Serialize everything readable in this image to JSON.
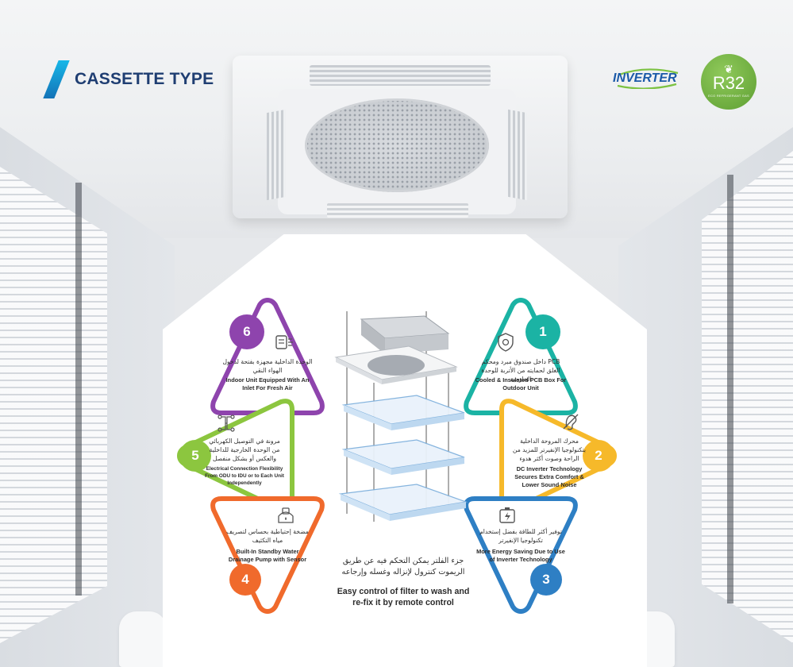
{
  "header": {
    "title": "CASSETTE TYPE",
    "inverter_logo": "INVERTER",
    "r32_badge": "R32",
    "r32_sub": "ECO REFRIGERANT GAS"
  },
  "features": [
    {
      "number": "1",
      "color": "#1bb3a4",
      "icon": "shield-gear-icon",
      "ar": "PCB داخل صندوق مبرد ومحكم الغلق لحمايته من الأتربة للوحدة الخارجية",
      "en": "Cooled & Insulated PCB Box For Outdoor Unit"
    },
    {
      "number": "2",
      "color": "#f6b92a",
      "icon": "ear-icon",
      "ar": "محرك المروحة الداخلية بتكنولوجيا الإنفيرتر للمزيد من الراحة وصوت أكثر هدوء",
      "en": "DC Inverter Technology Secures Extra Comfort & Lower Sound Noise"
    },
    {
      "number": "3",
      "color": "#2e7fc4",
      "icon": "battery-bolt-icon",
      "ar": "توفير أكثر للطاقة بفضل إستخدام تكنولوجيا الإنفيرتر",
      "en": "More Energy Saving Due to Use of Inverter Technology"
    },
    {
      "number": "4",
      "color": "#f06a2c",
      "icon": "pump-icon",
      "ar": "مضخة إحتياطية بحساس لتصريف مياه التكثيف",
      "en": "Built-In Standby Water Drainage Pump with Sensor"
    },
    {
      "number": "5",
      "color": "#8cc63f",
      "icon": "circuit-icon",
      "ar": "مرونة في التوصيل الكهربائي من الوحدة الخارجية للداخلية والعكس أو بشكل منفصل",
      "en": "Electrical Connection Flexibility From ODU to IDU or to Each Unit Independently"
    },
    {
      "number": "6",
      "color": "#8e44ad",
      "icon": "fresh-air-icon",
      "ar": "الوحدة الداخلية مجهزة بفتحة لدخول الهواء النقي",
      "en": "Indoor Unit Equipped With An Inlet For Fresh Air"
    }
  ],
  "filter_caption": {
    "ar": "جزء الفلتر يمكن التحكم فيه عن طريق الريموت كنترول لإنزاله وغسله وإرجاعه",
    "en": "Easy control of filter to wash and re-fix it by remote control"
  }
}
